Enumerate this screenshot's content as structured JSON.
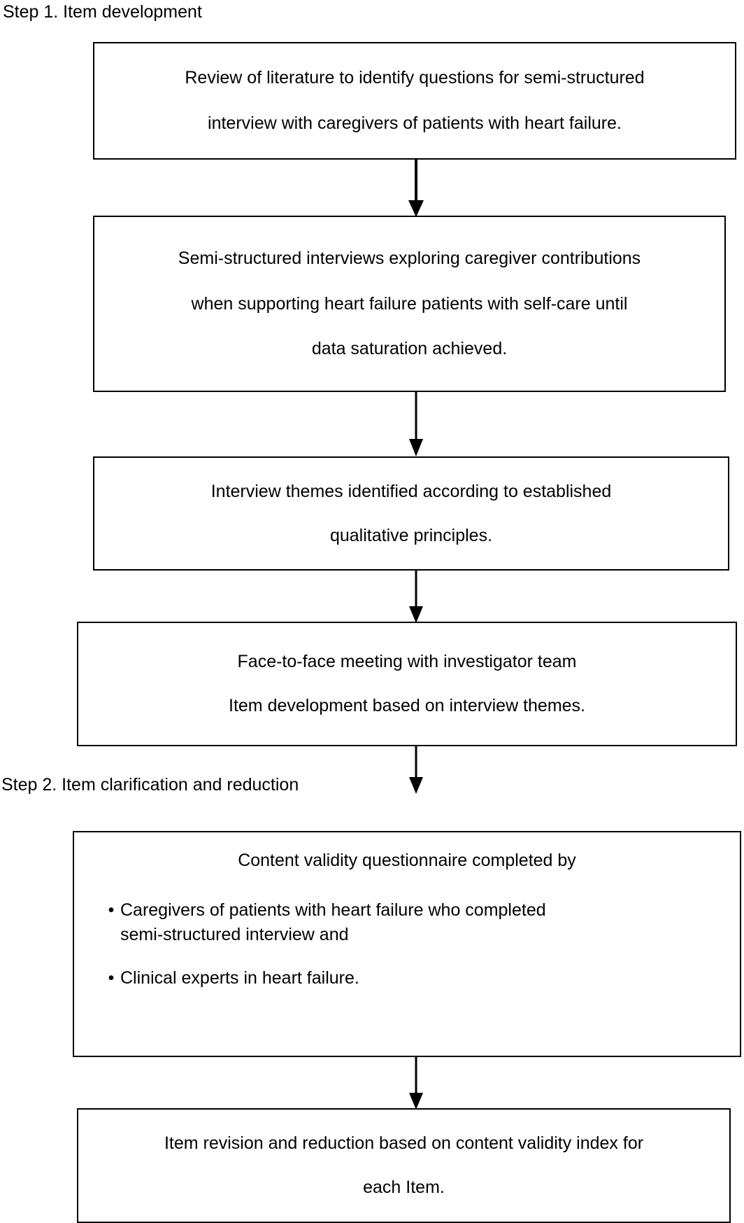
{
  "diagram": {
    "title_step1": "Step 1. Item development",
    "title_step2": "Step 2. Item clarification and reduction",
    "bullet_glyph": "•",
    "line_color": "#000000",
    "background_color": "#ffffff",
    "text_color": "#000000"
  },
  "boxes": {
    "box1": {
      "line1": "Review of literature to identify questions for semi-structured",
      "line2": "interview with caregivers of patients with heart failure."
    },
    "box2": {
      "line1": "Semi-structured interviews exploring caregiver contributions",
      "line2": "when supporting heart failure patients with self-care until",
      "line3": "data saturation achieved."
    },
    "box3": {
      "line1": "Interview themes identified according to established",
      "line2": "qualitative principles."
    },
    "box4": {
      "line1": "Face-to-face meeting with investigator team",
      "line2": "Item development based on interview themes."
    },
    "box5": {
      "line1": "Content validity questionnaire completed by",
      "bullet1_line1": "Caregivers of patients with heart failure who completed",
      "bullet1_line2": "semi-structured interview and",
      "bullet2_line1": "Clinical experts in heart failure."
    },
    "box6": {
      "line1": "Item revision and reduction based on content validity index for",
      "line2": "each Item."
    }
  },
  "connectors": {
    "c1": "arrow-box1-to-box2",
    "c2": "arrow-box2-to-box3",
    "c3": "arrow-box3-to-box4",
    "c4": "arrow-box4-to-box5",
    "c5": "arrow-box5-to-box6"
  }
}
